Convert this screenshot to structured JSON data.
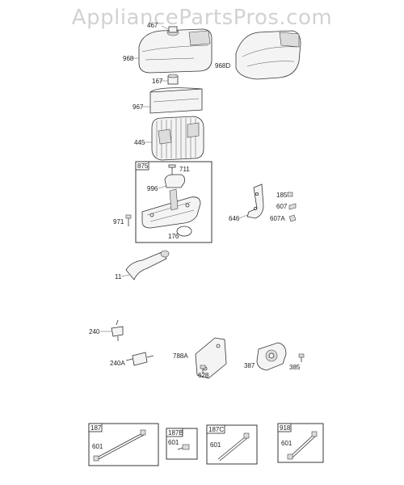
{
  "watermark": "AppliancePartsPros.com",
  "parts": {
    "p467": "467",
    "p968": "968",
    "p968D": "968D",
    "p167": "167",
    "p967": "967",
    "p445": "445",
    "p875": "875",
    "p711": "711",
    "p996": "996",
    "p971": "971",
    "p176": "176",
    "p185": "185",
    "p607": "607",
    "p607A": "607A",
    "p646": "646",
    "p11": "11",
    "p240": "240",
    "p240A": "240A",
    "p788A": "788A",
    "p628": "628",
    "p387": "387",
    "p385": "385",
    "p187": "187",
    "p187B": "187B",
    "p187C": "187C",
    "p918": "918",
    "p601a": "601",
    "p601b": "601",
    "p601c": "601",
    "p601d": "601"
  }
}
